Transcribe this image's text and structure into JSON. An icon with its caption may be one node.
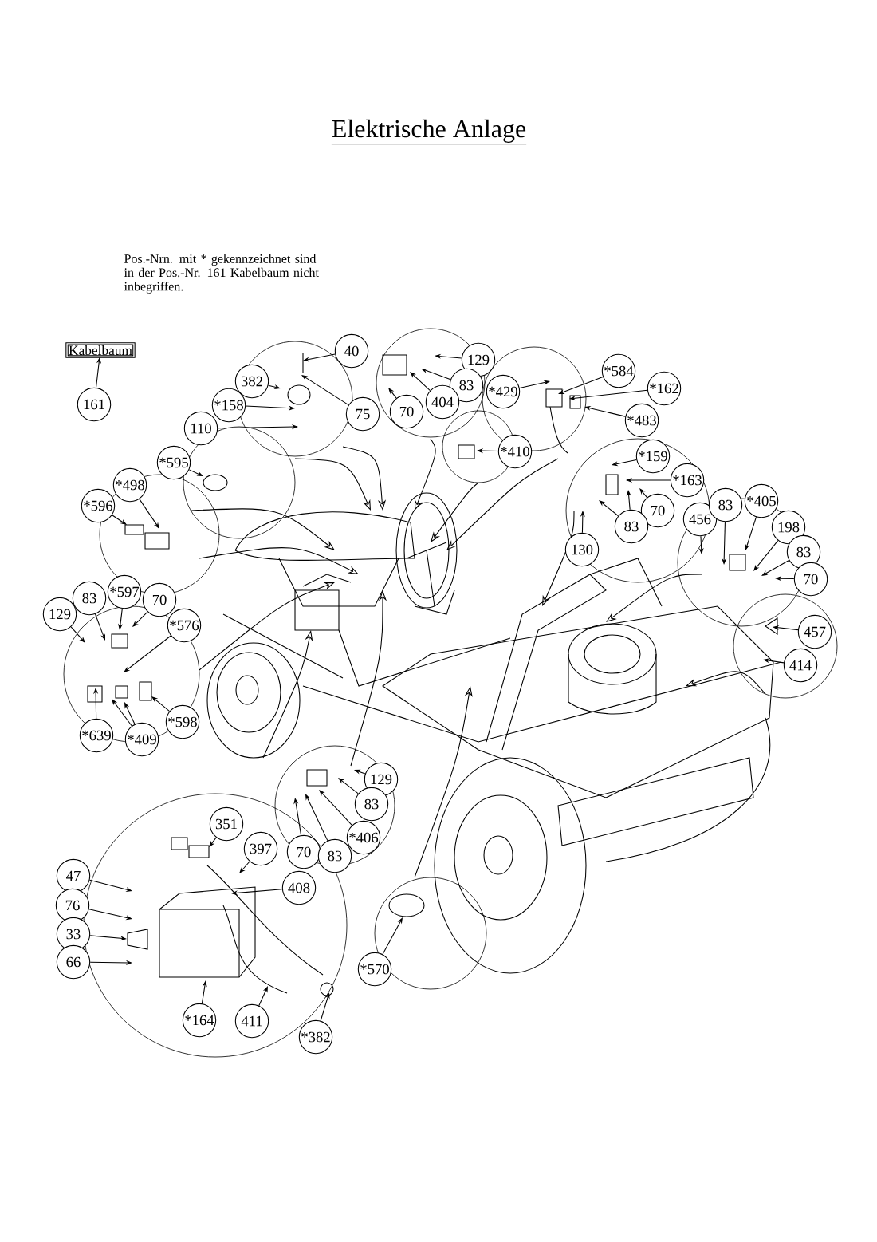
{
  "diagram": {
    "title": "Elektrische Anlage",
    "nodes": [
      {
        "text": [
          "Kabelbaum"
        ]
      },
      {
        "text": [
          "161"
        ]
      },
      {
        "text": [
          "40"
        ]
      },
      {
        "text": [
          "382"
        ]
      },
      {
        "text": [
          "75"
        ]
      },
      {
        "text": [
          "*158"
        ]
      },
      {
        "text": [
          "110"
        ]
      },
      {
        "text": [
          "129"
        ]
      },
      {
        "text": [
          "83"
        ]
      },
      {
        "text": [
          "404"
        ]
      },
      {
        "text": [
          "70"
        ]
      },
      {
        "text": [
          "*429"
        ]
      },
      {
        "text": [
          "*584"
        ]
      },
      {
        "text": [
          "*162"
        ]
      },
      {
        "text": [
          "*483"
        ]
      },
      {
        "text": [
          "*410"
        ]
      },
      {
        "text": [
          "*595"
        ]
      },
      {
        "text": [
          "*498"
        ]
      },
      {
        "text": [
          "*596"
        ]
      },
      {
        "text": [
          "*159"
        ]
      },
      {
        "text": [
          "*163"
        ]
      },
      {
        "text": [
          "70"
        ]
      },
      {
        "text": [
          "83"
        ]
      },
      {
        "text": [
          "130"
        ]
      },
      {
        "text": [
          "456"
        ]
      },
      {
        "text": [
          "83"
        ]
      },
      {
        "text": [
          "*405"
        ]
      },
      {
        "text": [
          "198"
        ]
      },
      {
        "text": [
          "83"
        ]
      },
      {
        "text": [
          "70"
        ]
      },
      {
        "text": [
          "457"
        ]
      },
      {
        "text": [
          "414"
        ]
      },
      {
        "text": [
          "129"
        ]
      },
      {
        "text": [
          "83"
        ]
      },
      {
        "text": [
          "*597"
        ]
      },
      {
        "text": [
          "70"
        ]
      },
      {
        "text": [
          "*576"
        ]
      },
      {
        "text": [
          "*639"
        ]
      },
      {
        "text": [
          "*409"
        ]
      },
      {
        "text": [
          "*598"
        ]
      },
      {
        "text": [
          "129"
        ]
      },
      {
        "text": [
          "83"
        ]
      },
      {
        "text": [
          "*406"
        ]
      },
      {
        "text": [
          "70"
        ]
      },
      {
        "text": [
          "83"
        ]
      },
      {
        "text": [
          "351"
        ]
      },
      {
        "text": [
          "397"
        ]
      },
      {
        "text": [
          "408"
        ]
      },
      {
        "text": [
          "47"
        ]
      },
      {
        "text": [
          "76"
        ]
      },
      {
        "text": [
          "33"
        ]
      },
      {
        "text": [
          "66"
        ]
      },
      {
        "text": [
          "*164"
        ]
      },
      {
        "text": [
          "411"
        ]
      },
      {
        "text": [
          "*382"
        ]
      },
      {
        "text": [
          "*570"
        ]
      }
    ],
    "edges": [
      {
        "from": 1,
        "to": 0,
        "arrow": "to"
      },
      {
        "from": 2,
        "to": null,
        "arrow": "to"
      },
      {
        "from": 3,
        "to": null,
        "arrow": "to"
      },
      {
        "from": 4,
        "to": null,
        "arrow": "to"
      },
      {
        "from": 5,
        "to": null,
        "arrow": "to"
      },
      {
        "from": 6,
        "to": null,
        "arrow": "to"
      },
      {
        "from": 7,
        "to": null,
        "arrow": "to"
      },
      {
        "from": 8,
        "to": null,
        "arrow": "to"
      },
      {
        "from": 9,
        "to": null,
        "arrow": "to"
      },
      {
        "from": 10,
        "to": null,
        "arrow": "to"
      },
      {
        "from": 11,
        "to": null,
        "arrow": "to"
      },
      {
        "from": 12,
        "to": null,
        "arrow": "to"
      },
      {
        "from": 13,
        "to": null,
        "arrow": "to"
      },
      {
        "from": 14,
        "to": null,
        "arrow": "to"
      },
      {
        "from": 15,
        "to": null,
        "arrow": "to"
      },
      {
        "from": 16,
        "to": null,
        "arrow": "to"
      },
      {
        "from": 17,
        "to": null,
        "arrow": "to"
      },
      {
        "from": 18,
        "to": null,
        "arrow": "to"
      },
      {
        "from": 19,
        "to": null,
        "arrow": "to"
      },
      {
        "from": 20,
        "to": null,
        "arrow": "to"
      },
      {
        "from": 21,
        "to": null,
        "arrow": "to"
      },
      {
        "from": 22,
        "to": null,
        "arrow": "to"
      },
      {
        "from": 22,
        "to": null,
        "arrow": "to"
      },
      {
        "from": 23,
        "to": null,
        "arrow": "to"
      },
      {
        "from": 24,
        "to": null,
        "arrow": "to"
      },
      {
        "from": 25,
        "to": null,
        "arrow": "to"
      },
      {
        "from": 26,
        "to": null,
        "arrow": "to"
      },
      {
        "from": 27,
        "to": null,
        "arrow": "to"
      },
      {
        "from": 28,
        "to": null,
        "arrow": "to"
      },
      {
        "from": 29,
        "to": null,
        "arrow": "to"
      },
      {
        "from": 30,
        "to": null,
        "arrow": "to"
      },
      {
        "from": 31,
        "to": null,
        "arrow": "to"
      },
      {
        "from": 32,
        "to": null,
        "arrow": "to"
      },
      {
        "from": 33,
        "to": null,
        "arrow": "to"
      },
      {
        "from": 34,
        "to": null,
        "arrow": "to"
      },
      {
        "from": 35,
        "to": null,
        "arrow": "to"
      },
      {
        "from": 36,
        "to": null,
        "arrow": "to"
      },
      {
        "from": 37,
        "to": null,
        "arrow": "to"
      },
      {
        "from": 38,
        "to": null,
        "arrow": "to"
      },
      {
        "from": 38,
        "to": null,
        "arrow": "to"
      },
      {
        "from": 39,
        "to": null,
        "arrow": "to"
      },
      {
        "from": 40,
        "to": null,
        "arrow": "to"
      },
      {
        "from": 41,
        "to": null,
        "arrow": "to"
      },
      {
        "from": 42,
        "to": null,
        "arrow": "to"
      },
      {
        "from": 43,
        "to": null,
        "arrow": "to"
      },
      {
        "from": 44,
        "to": null,
        "arrow": "to"
      },
      {
        "from": 45,
        "to": null,
        "arrow": "to"
      },
      {
        "from": 46,
        "to": null,
        "arrow": "to"
      },
      {
        "from": 47,
        "to": null,
        "arrow": "to"
      },
      {
        "from": 48,
        "to": null,
        "arrow": "to"
      },
      {
        "from": 49,
        "to": null,
        "arrow": "to"
      },
      {
        "from": 50,
        "to": null,
        "arrow": "to"
      },
      {
        "from": 51,
        "to": null,
        "arrow": "to"
      },
      {
        "from": 52,
        "to": null,
        "arrow": "to"
      },
      {
        "from": 53,
        "to": null,
        "arrow": "to"
      },
      {
        "from": 54,
        "to": null,
        "arrow": "to"
      },
      {
        "from": 55,
        "to": null,
        "arrow": "to"
      }
    ],
    "labels": [
      "Pos.-Nrn. mit * gekennzeichnet sind in der Pos.-Nr. 161 Kabelbaum nicht inbegriffen."
    ]
  }
}
